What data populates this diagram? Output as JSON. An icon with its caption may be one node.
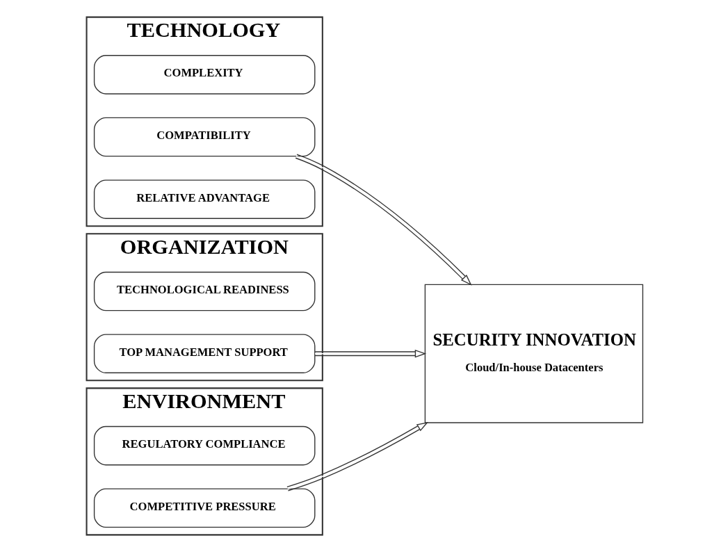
{
  "diagram": {
    "nodes": [
      {
        "text": [
          "TECHNOLOGY"
        ]
      },
      {
        "text": [
          "RELATIVE ADVANTAGE"
        ],
        "in": 0
      },
      {
        "text": [
          "COMPATIBILITY"
        ],
        "in": 0
      },
      {
        "text": [
          "COMPLEXITY"
        ],
        "in": 0
      },
      {
        "text": [
          "ORGANIZATION"
        ]
      },
      {
        "text": [
          "TOP MANAGEMENT SUPPORT"
        ],
        "in": 4
      },
      {
        "text": [
          "TECHNOLOGICAL READINESS"
        ],
        "in": 4
      },
      {
        "text": [
          "ENVIRONMENT"
        ]
      },
      {
        "text": [
          "COMPETITIVE PRESSURE"
        ],
        "in": 7
      },
      {
        "text": [
          "REGULATORY COMPLIANCE"
        ],
        "in": 7
      },
      {
        "text": [
          "SECURITY INNOVATION",
          "Cloud/In-house Datacenters"
        ]
      }
    ],
    "edges": [
      {
        "from": 2,
        "to": 10,
        "arrow": "to"
      },
      {
        "from": 5,
        "to": 10,
        "arrow": "to"
      },
      {
        "from": 8,
        "to": 10,
        "arrow": "to"
      }
    ]
  }
}
